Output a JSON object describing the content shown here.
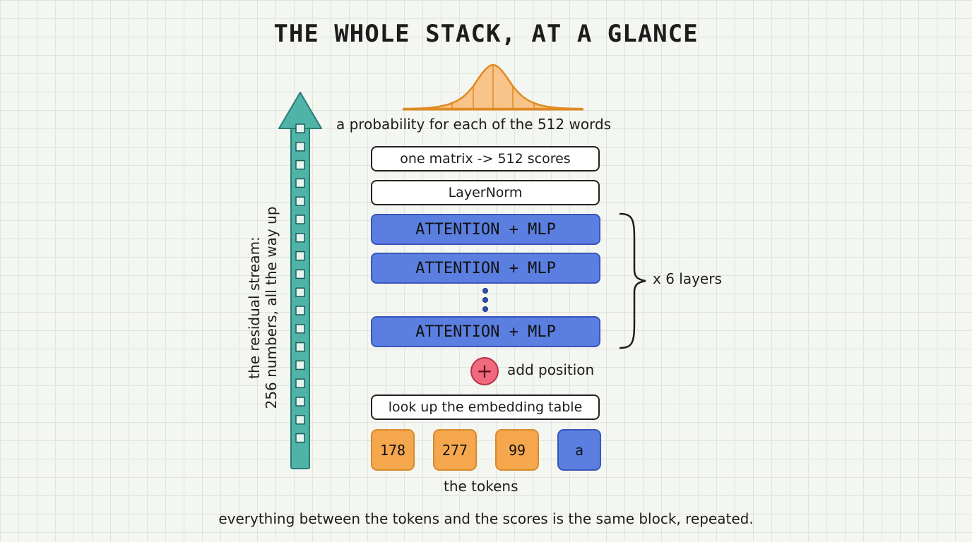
{
  "title": "THE WHOLE STACK, AT A GLANCE",
  "output_label": "a probability for each of the 512 words",
  "unembed_label": "one matrix -> 512 scores",
  "layernorm_label": "LayerNorm",
  "layers": [
    {
      "label": "ATTENTION + MLP"
    },
    {
      "label": "ATTENTION + MLP"
    },
    {
      "label": "ATTENTION + MLP"
    }
  ],
  "layers_count_label": "x 6 layers",
  "position_label": "add position",
  "plus_symbol": "+",
  "embedding_label": "look up the embedding table",
  "tokens": [
    {
      "text": "178",
      "kind": "number"
    },
    {
      "text": "277",
      "kind": "number"
    },
    {
      "text": "99",
      "kind": "number"
    },
    {
      "text": "a",
      "kind": "word"
    }
  ],
  "tokens_label": "the tokens",
  "residual_label_line1": "the residual stream:",
  "residual_label_line2": "256 numbers, all the way up",
  "footer": "everything between the tokens and the scores is the same block, repeated.",
  "colors": {
    "residual": "#4fb3a8",
    "layer": "#5b7fe0",
    "token_number": "#f5a74e",
    "token_word": "#5b7fe0",
    "distribution": "#f5a74e",
    "plus": "#f06a7e"
  }
}
